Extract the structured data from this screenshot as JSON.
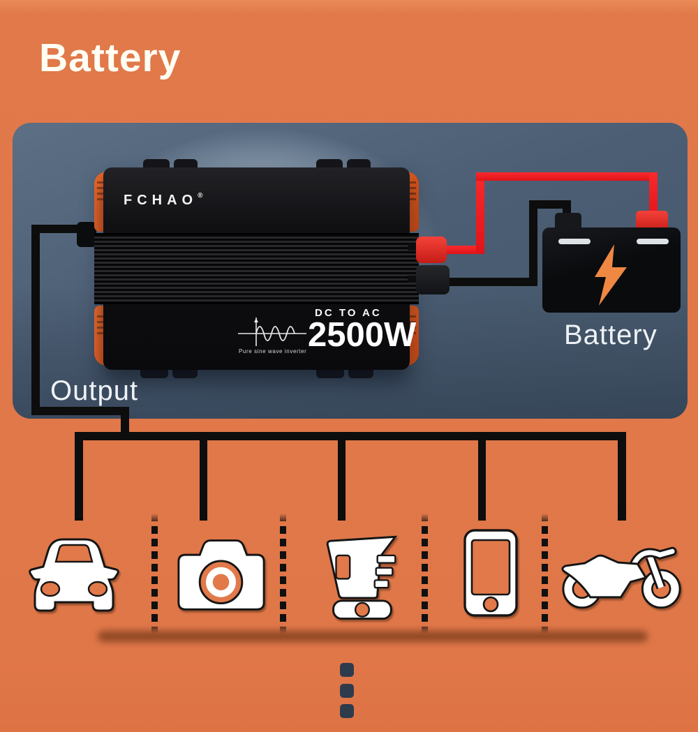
{
  "title": "Battery",
  "panel": {
    "inverter": {
      "brand": "FCHAO",
      "trademark": "®",
      "mode": "DC TO AC",
      "power": "2500W",
      "tagline": "Pure sine wave inverter"
    },
    "output_label": "Output",
    "battery_label": "Battery"
  },
  "powered_devices": [
    {
      "icon": "car"
    },
    {
      "icon": "camera"
    },
    {
      "icon": "blender"
    },
    {
      "icon": "smartphone"
    },
    {
      "icon": "motorcycle"
    }
  ],
  "more_indicator": {
    "dot_count": 3
  },
  "colors": {
    "background_orange": "#e1794a",
    "panel_slate": "#4c5e74",
    "accent_orange": "#ee6a2a",
    "wire_red": "#ee1d24",
    "wire_black": "#0d0d0d",
    "icon_white": "#ffffff",
    "title_color": "#fffef4",
    "bolt_orange": "#ee8843"
  }
}
